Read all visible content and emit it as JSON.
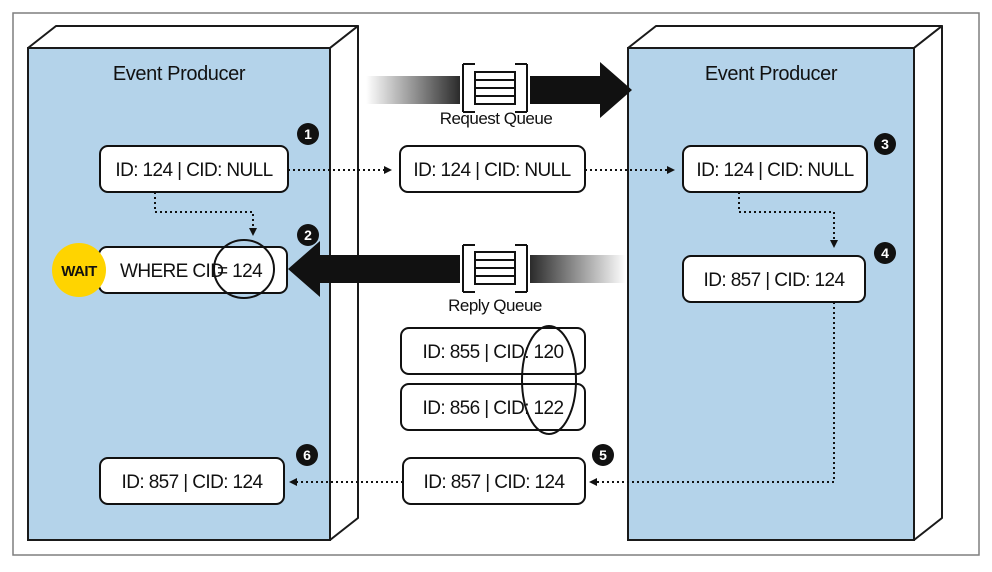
{
  "left_panel": {
    "title": "Event Producer"
  },
  "right_panel": {
    "title": "Event Producer"
  },
  "request_queue": {
    "label": "Request Queue"
  },
  "reply_queue": {
    "label": "Reply Queue"
  },
  "messages": {
    "step1": "ID: 124 | CID: NULL",
    "request_in_queue": "ID: 124 | CID: NULL",
    "step3": "ID: 124 | CID: NULL",
    "step4": "ID: 857 | CID: 124",
    "step2_prefix": "WHERE CID",
    "step2_value": "= 124",
    "reply_queued_1": "ID: 855 | CID: 120",
    "reply_queued_2": "ID: 856 | CID: 122",
    "step5": "ID: 857 | CID: 124",
    "step6": "ID: 857 | CID: 124"
  },
  "wait_badge": "WAIT",
  "steps": [
    "1",
    "2",
    "3",
    "4",
    "5",
    "6"
  ],
  "colors": {
    "panel_fill": "#b4d3ea",
    "wait_badge": "#ffd400",
    "outline": "#111111"
  }
}
